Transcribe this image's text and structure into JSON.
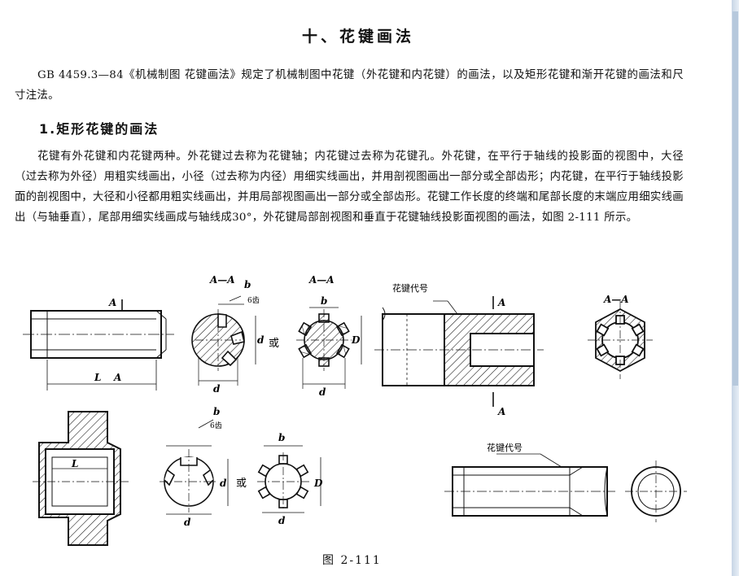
{
  "title": "十、花键画法",
  "intro_paragraph": "GB 4459.3—84《机械制图  花键画法》规定了机械制图中花键（外花键和内花键）的画法，以及矩形花键和渐开花键的画法和尺寸注法。",
  "section_heading": "1.矩形花键的画法",
  "body_paragraph": "花键有外花键和内花键两种。外花键过去称为花键轴；内花键过去称为花键孔。外花键，在平行于轴线的投影面的视图中，大径（过去称为外径）用粗实线画出，小径（过去称为内径）用细实线画出，并用剖视图画出一部分或全部齿形；内花键，在平行于轴线投影面的剖视图中，大径和小径都用粗实线画出，并用局部视图画出一部分或全部齿形。花键工作长度的终端和尾部长度的末端应用细实线画出（与轴垂直），尾部用细实线画成与轴线成30°，外花键局部剖视图和垂直于花键轴线投影面视图的画法，如图 2-111 所示。",
  "figure": {
    "caption": "图  2-111",
    "labels": {
      "section_aa": "A—A",
      "section_a": "A",
      "dim_b": "b",
      "dim_d_small": "d",
      "dim_D_big": "D",
      "dim_L": "L",
      "teeth_count": "6齿",
      "or_word": "或",
      "spline_code": "花键代号"
    }
  }
}
